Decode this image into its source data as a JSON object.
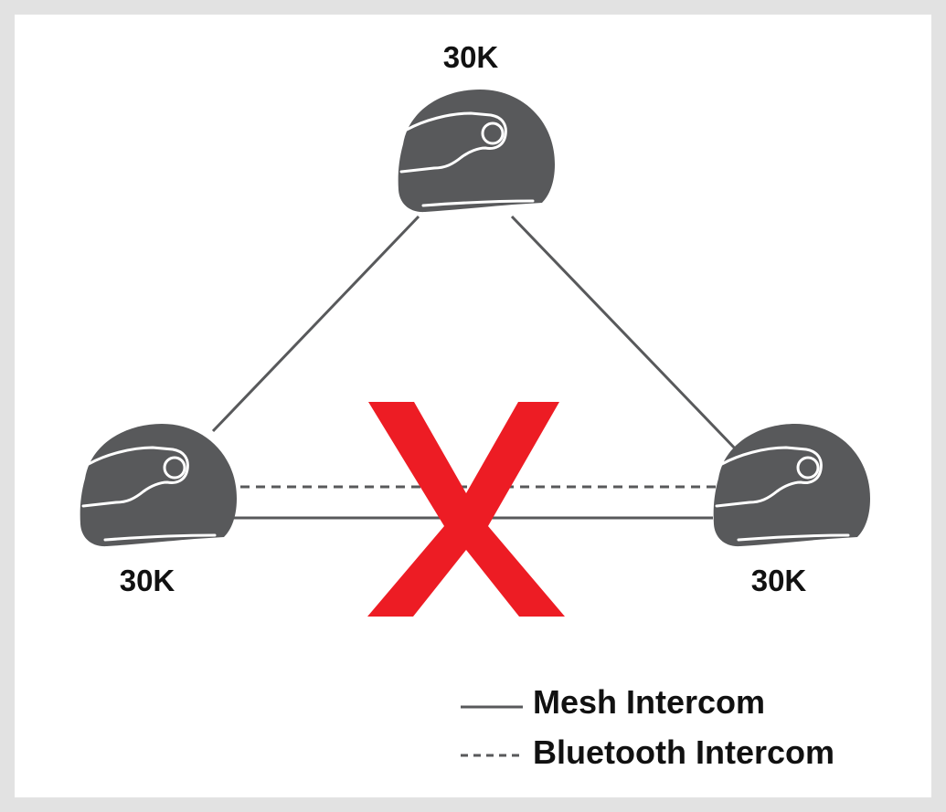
{
  "nodes": [
    {
      "id": "top",
      "label": "30K"
    },
    {
      "id": "left",
      "label": "30K"
    },
    {
      "id": "right",
      "label": "30K"
    }
  ],
  "legend": {
    "mesh_label": "Mesh Intercom",
    "bluetooth_label": "Bluetooth Intercom"
  },
  "colors": {
    "helmet": "#58595b",
    "mesh_line": "#58595b",
    "bluetooth_line": "#58595b",
    "cross_mark": "#ed1c24",
    "background": "#ffffff",
    "border": "#e2e2e2"
  },
  "icons": {
    "helmet": "motorcycle-helmet-icon",
    "blocked": "red-x-mark"
  }
}
